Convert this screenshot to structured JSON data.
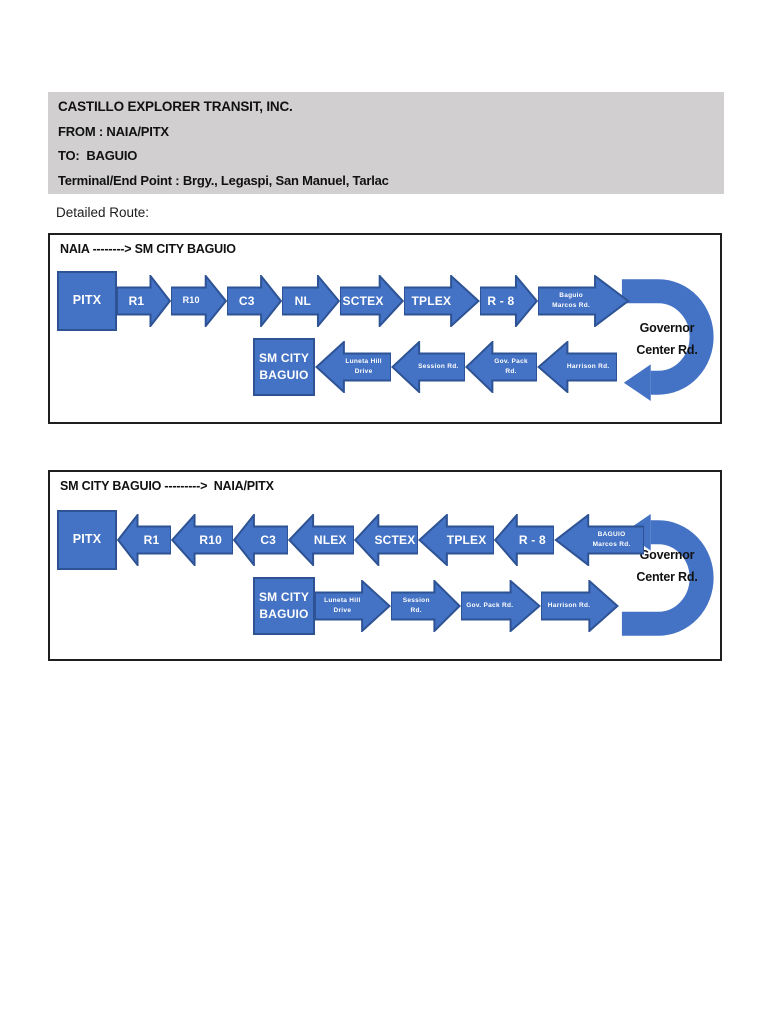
{
  "header": {
    "company": "CASTILLO EXPLORER TRANSIT, INC.",
    "from": "FROM : NAIA/PITX",
    "to": "TO:  BAGUIO",
    "terminal": "Terminal/End Point : Brgy., Legaspi, San Manuel, Tarlac"
  },
  "detailed_route_label": "Detailed Route:",
  "colors": {
    "arrow_fill": "#4472c4",
    "arrow_border": "#2e5395",
    "header_bg": "#d1cfcf",
    "diagram_border": "#1f1f1f"
  },
  "diagrams": [
    {
      "title": "NAIA --------> SM CITY BAGUIO",
      "origin_box": "PITX",
      "top_row": [
        "R1",
        "R10",
        "C3",
        "NL",
        "SCTEX",
        "TPLEX",
        "R - 8",
        "Baguio\nMarcos Rd."
      ],
      "uturn_label": "Governor\nCenter Rd.",
      "destination_box": "SM CITY\nBAGUIO",
      "bottom_row": [
        "Luneta Hill\nDrive",
        "Session Rd.",
        "Gov. Pack\nRd.",
        "Harrison Rd."
      ]
    },
    {
      "title": "SM CITY BAGUIO --------->  NAIA/PITX",
      "origin_box": "PITX",
      "top_row": [
        "R1",
        "R10",
        "C3",
        "NLEX",
        "SCTEX",
        "TPLEX",
        "R - 8",
        "BAGUIO\nMarcos Rd."
      ],
      "uturn_label": "Governor\nCenter Rd.",
      "destination_box": "SM CITY\nBAGUIO",
      "bottom_row": [
        "Luneta Hill\nDrive",
        "Session\nRd.",
        "Gov. Pack Rd.",
        "Harrison Rd."
      ]
    }
  ]
}
